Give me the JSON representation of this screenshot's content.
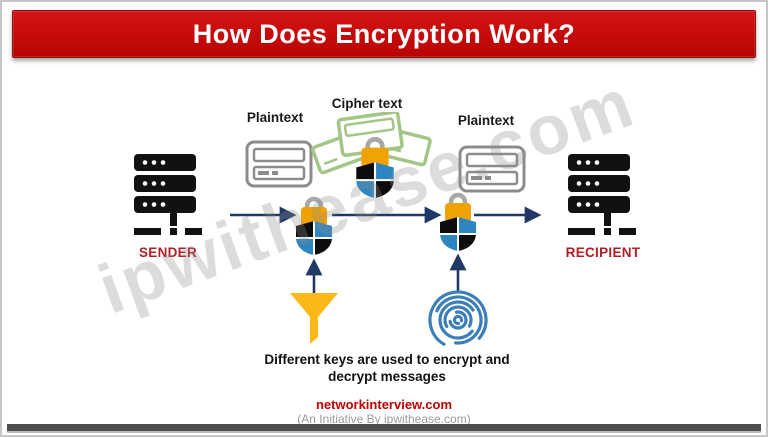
{
  "header": {
    "title": "How Does Encryption Work?"
  },
  "labels": {
    "plaintext_left": "Plaintext",
    "cipher_text": "Cipher text",
    "plaintext_right": "Plaintext",
    "sender": "SENDER",
    "recipient": "RECIPIENT"
  },
  "caption": {
    "line1": "Different keys are used to encrypt and",
    "line2": "decrypt messages"
  },
  "watermark": {
    "text": "ipwithease.com"
  },
  "footer": {
    "site": "networkinterview.com",
    "subtitle": "(An Initiative By ipwithease.com)"
  },
  "icons": {
    "sender": "server-stack-icon",
    "recipient": "server-stack-icon",
    "plaintext_left": "message-card-icon",
    "plaintext_right": "message-card-icon",
    "cipher": "scattered-cards-shield-icon",
    "encryption_lock": "padlock-shield-icon",
    "decryption_lock": "padlock-shield-icon",
    "encrypt_key": "funnel-key-icon",
    "decrypt_key": "fingerprint-key-icon",
    "flow": "arrow-icons"
  },
  "colors": {
    "banner_red": "#C00404",
    "label_red": "#B01E24",
    "footer_red": "#C00000",
    "arrow_navy": "#1F3864",
    "funnel_gold": "#FBB817",
    "fingerprint_blue": "#3C7FB8",
    "card_green": "#A3C585",
    "shield_blue": "#2E86C1",
    "lock_orange": "#F0A202",
    "icon_black": "#111111",
    "card_gray": "#8C8C8C",
    "watermark_gray": "#8F8F8F"
  }
}
